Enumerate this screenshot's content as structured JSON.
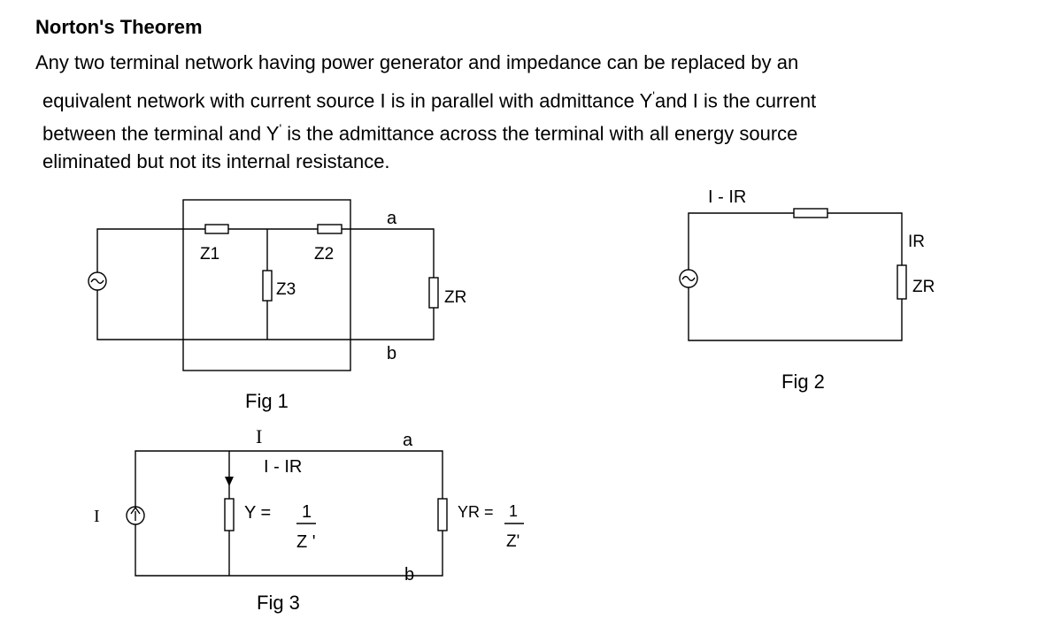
{
  "heading": "Norton's Theorem",
  "paragraph": {
    "line1": "Any two terminal network having power generator and impedance can be replaced by an",
    "line2_a": "equivalent network with current source I is in parallel with admittance Y",
    "line2_prime": "'",
    "line2_b": "and I is the current",
    "line3_a": "between the terminal and Y",
    "line3_prime": "'",
    "line3_b": " is the admittance across the terminal with all energy source",
    "line4": "eliminated but not its internal resistance."
  },
  "fig1": {
    "caption": "Fig 1",
    "z1": "Z1",
    "z2": "Z2",
    "z3": "Z3",
    "zr": "ZR",
    "terminal_a": "a",
    "terminal_b": "b"
  },
  "fig2": {
    "caption": "Fig 2",
    "top_current": "I - IR",
    "load_current": "IR",
    "zr": "ZR"
  },
  "fig3": {
    "caption": "Fig 3",
    "source_label": "I",
    "top_current": "I",
    "branch_current": "I - IR",
    "y_eq": "Y  =",
    "y_num": "1",
    "y_den": "Z '",
    "terminal_a": "a",
    "terminal_b": "b",
    "yr_eq": "YR =",
    "yr_num": "1",
    "yr_den": "Z'"
  }
}
